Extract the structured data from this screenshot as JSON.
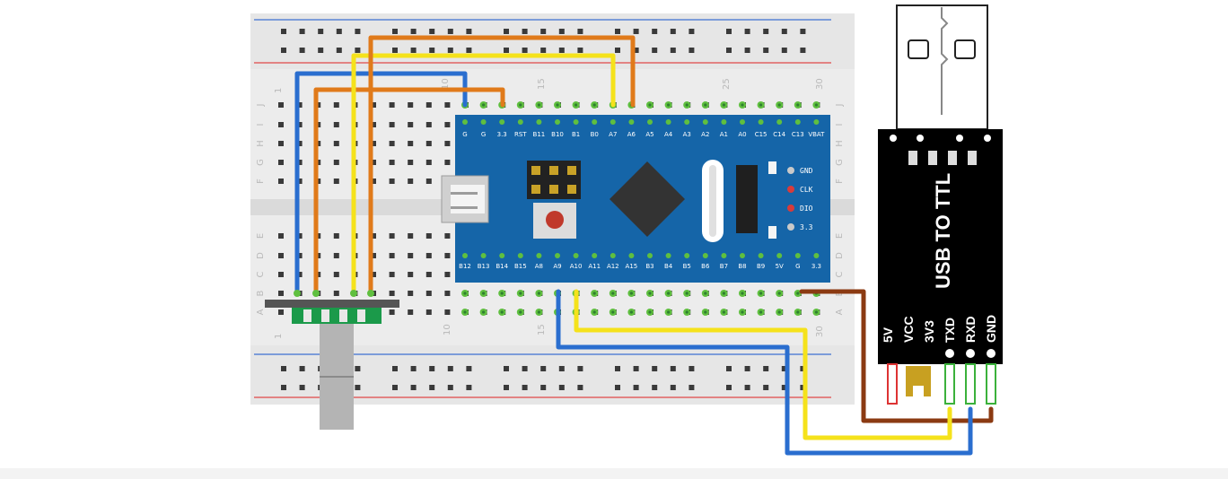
{
  "colors": {
    "board": "#1565a8",
    "wire_blue": "#2a6ecf",
    "wire_orange": "#e07a1a",
    "wire_yellow": "#f5e21b",
    "wire_brown": "#8b3a12",
    "breadboard": "#ececec",
    "rail_red": "#e04848",
    "rail_blue": "#3d6fd1",
    "module": "#000000"
  },
  "breadboard": {
    "column_numbers": [
      "1",
      "10",
      "15",
      "25",
      "30"
    ],
    "column_numbers_bottom": [
      "1",
      "10",
      "15",
      "30"
    ],
    "row_letters_top": [
      "J",
      "I",
      "H",
      "G",
      "F"
    ],
    "row_letters_bottom": [
      "E",
      "D",
      "C",
      "B",
      "A"
    ]
  },
  "stm32": {
    "top_pins": [
      "G",
      "G",
      "3.3",
      "RST",
      "B11",
      "B10",
      "B1",
      "B0",
      "A7",
      "A6",
      "A5",
      "A4",
      "A3",
      "A2",
      "A1",
      "A0",
      "C15",
      "C14",
      "C13",
      "VBAT"
    ],
    "bottom_pins": [
      "B12",
      "B13",
      "B14",
      "B15",
      "A8",
      "A9",
      "A10",
      "A11",
      "A12",
      "A15",
      "B3",
      "B4",
      "B5",
      "B6",
      "B7",
      "B8",
      "B9",
      "5V",
      "G",
      "3.3"
    ],
    "swd_pins": [
      "GND",
      "CLK",
      "DIO",
      "3.3"
    ]
  },
  "usb_ttl": {
    "title": "USB TO TTL",
    "pins": [
      "5V",
      "VCC",
      "3V3",
      "TXD",
      "RXD",
      "GND"
    ]
  }
}
